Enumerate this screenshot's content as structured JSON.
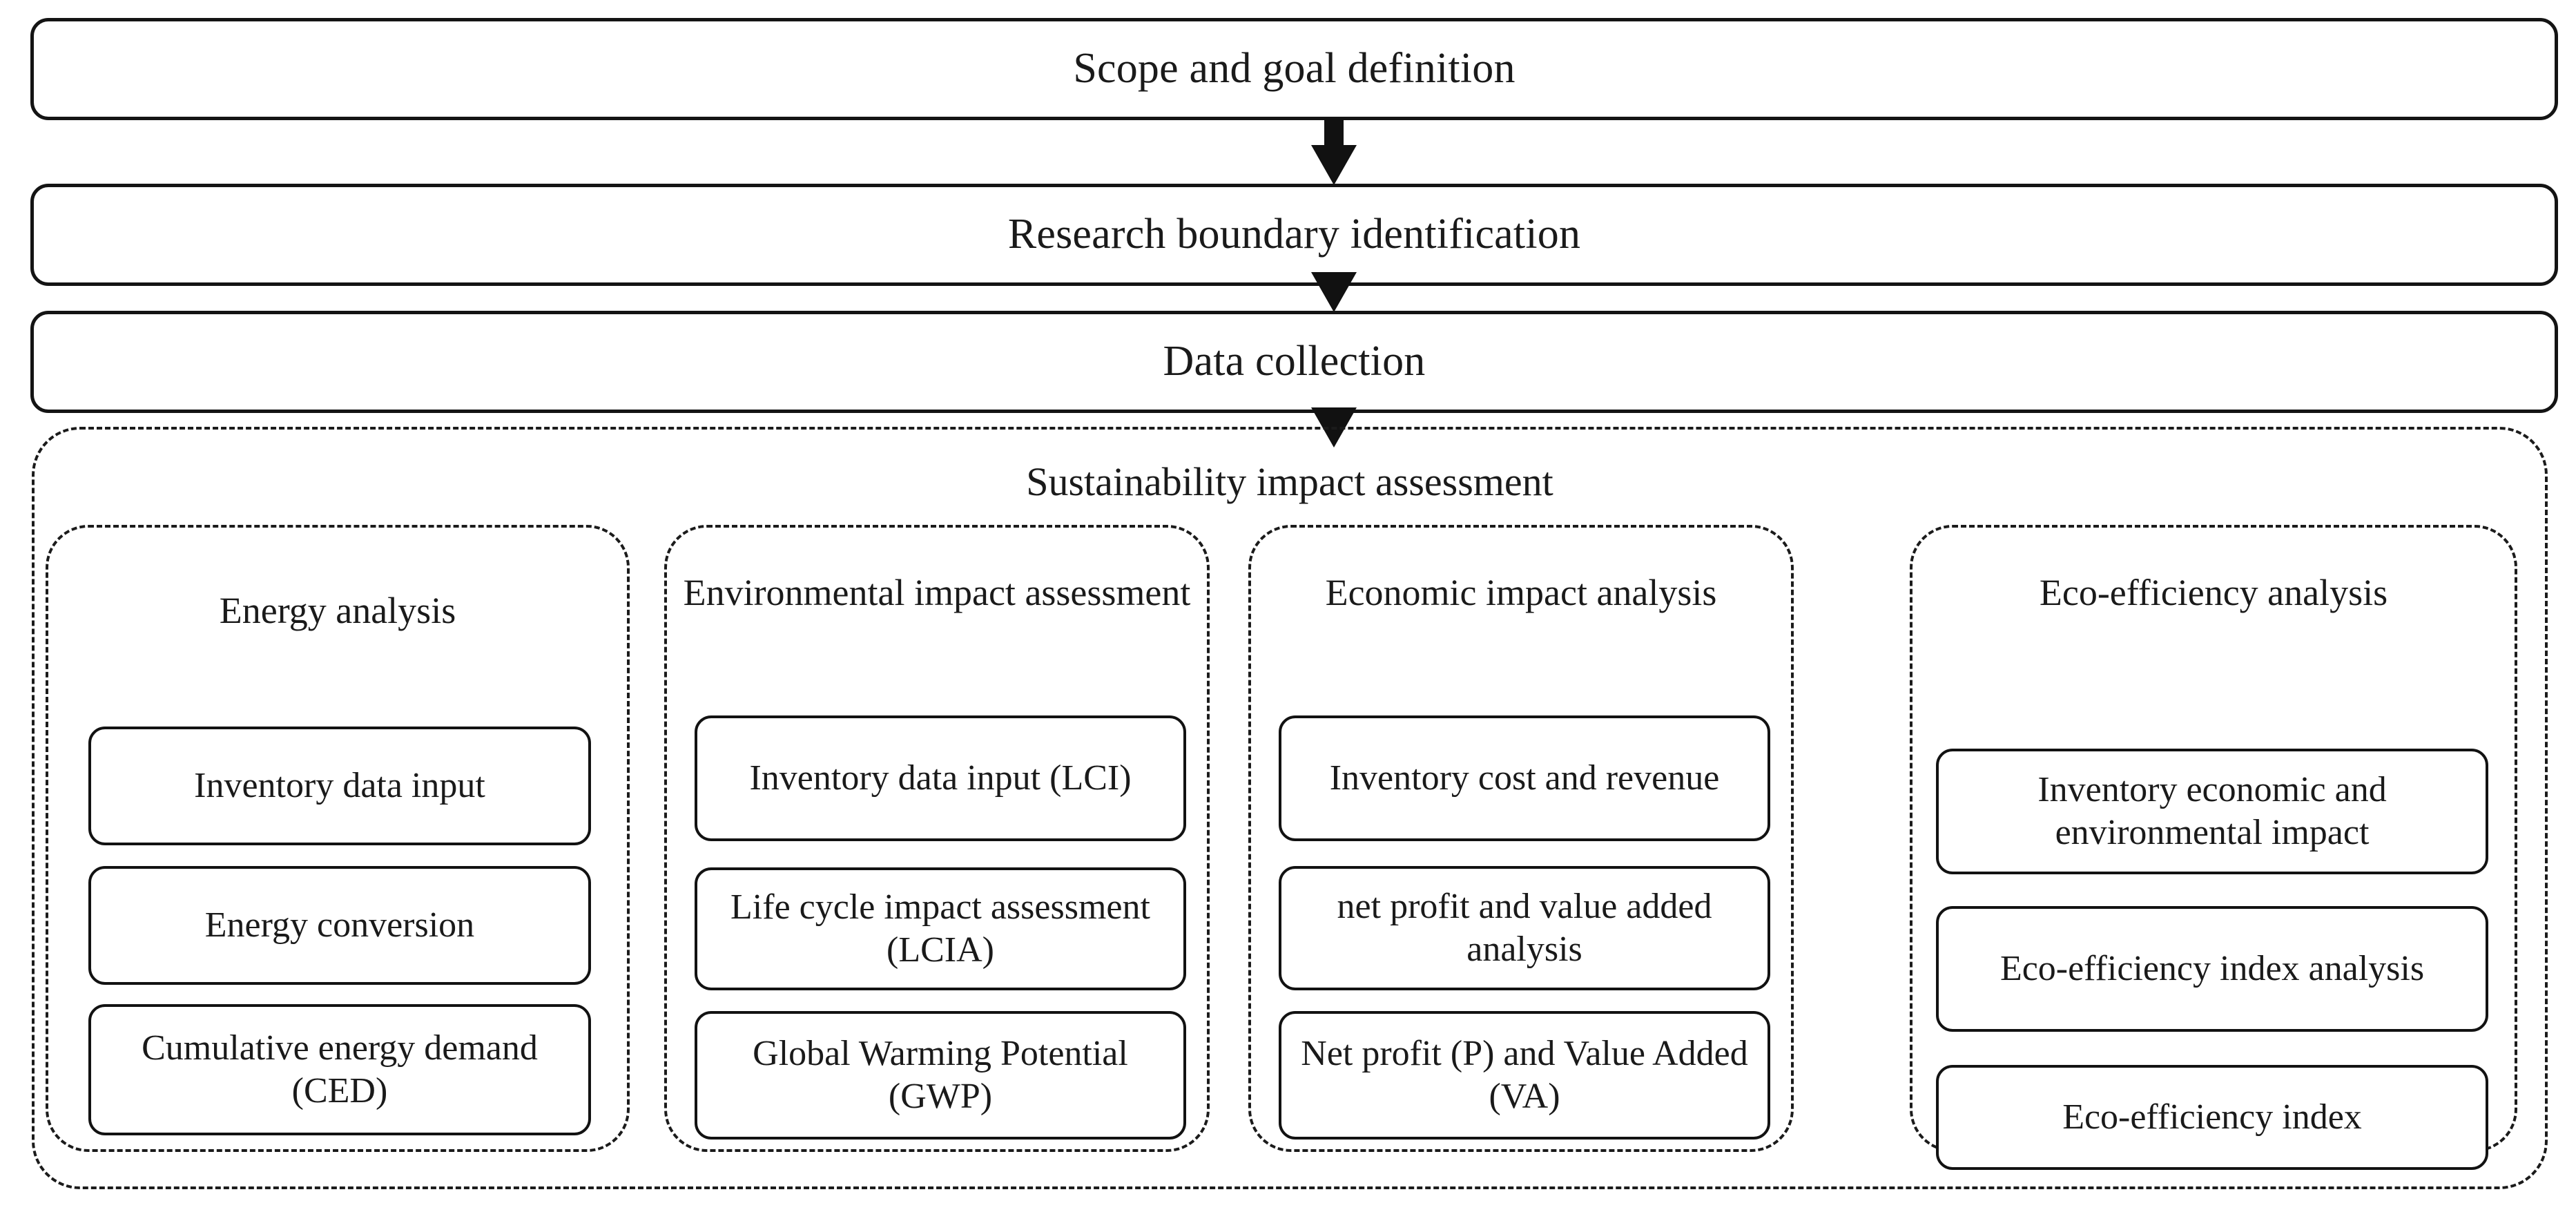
{
  "diagram": {
    "stages": [
      {
        "id": "scope",
        "label": "Scope and goal definition"
      },
      {
        "id": "boundary",
        "label": "Research boundary identification"
      },
      {
        "id": "data",
        "label": "Data collection"
      }
    ],
    "arrows": [
      {
        "from": "scope",
        "to": "boundary",
        "direction": "down"
      },
      {
        "from": "boundary",
        "to": "data",
        "direction": "down"
      },
      {
        "from": "data",
        "to": "sustainability",
        "direction": "down"
      }
    ],
    "sustainability": {
      "title": "Sustainability impact assessment",
      "columns": [
        {
          "id": "energy",
          "title": "Energy analysis",
          "items": [
            "Inventory data input",
            "Energy conversion",
            "Cumulative energy demand (CED)"
          ]
        },
        {
          "id": "environmental",
          "title": "Environmental impact assessment",
          "items": [
            "Inventory data input (LCI)",
            "Life cycle impact assessment (LCIA)",
            "Global Warming Potential (GWP)"
          ]
        },
        {
          "id": "economic",
          "title": "Economic impact analysis",
          "items": [
            "Inventory cost and revenue",
            "net profit and value added analysis",
            "Net profit (P) and Value Added (VA)"
          ]
        },
        {
          "id": "ecoefficiency",
          "title": "Eco-efficiency analysis",
          "items": [
            "Inventory economic and environmental impact",
            "Eco-efficiency index analysis",
            "Eco-efficiency index"
          ]
        }
      ]
    },
    "colors": {
      "stroke": "#121212",
      "dashed_stroke": "#1b1b1b",
      "background": "#ffffff",
      "arrow": "#111111"
    }
  }
}
